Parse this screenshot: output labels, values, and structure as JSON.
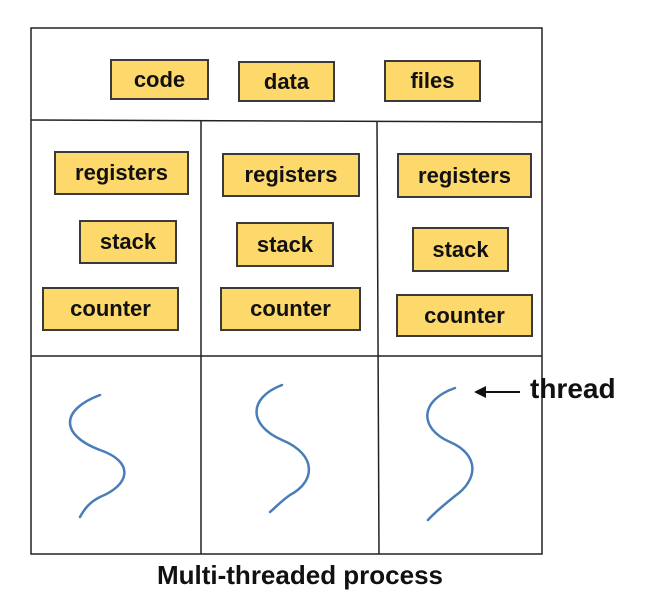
{
  "shared": {
    "code": "code",
    "data": "data",
    "files": "files"
  },
  "threads": [
    {
      "registers": "registers",
      "stack": "stack",
      "counter": "counter"
    },
    {
      "registers": "registers",
      "stack": "stack",
      "counter": "counter"
    },
    {
      "registers": "registers",
      "stack": "stack",
      "counter": "counter"
    }
  ],
  "thread_label": "thread",
  "caption": "Multi-threaded process",
  "colors": {
    "box_fill": "#fdd86a",
    "squiggle": "#4a7db8",
    "line": "#222222"
  }
}
